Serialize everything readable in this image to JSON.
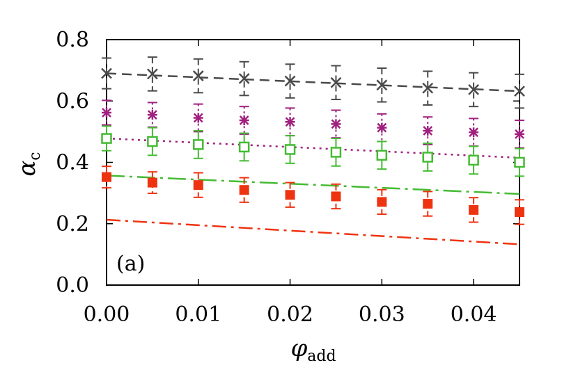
{
  "chart_data": {
    "type": "scatter",
    "panel_label": "(a)",
    "xlabel_main": "φ",
    "xlabel_sub": "add",
    "ylabel_main": "α",
    "ylabel_sub": "c",
    "xlim": [
      0,
      0.045
    ],
    "ylim": [
      0,
      0.8
    ],
    "xticks": [
      0,
      0.01,
      0.02,
      0.03,
      0.04
    ],
    "xtick_labels": [
      "0.00",
      "0.01",
      "0.02",
      "0.03",
      "0.04"
    ],
    "yticks": [
      0,
      0.2,
      0.4,
      0.6,
      0.8
    ],
    "ytick_labels": [
      "0.0",
      "0.2",
      "0.4",
      "0.6",
      "0.8"
    ],
    "x": [
      0,
      0.005,
      0.01,
      0.015,
      0.02,
      0.025,
      0.03,
      0.035,
      0.04,
      0.045
    ],
    "series": [
      {
        "marker": "x",
        "color": "#4a4a4a",
        "line_style": "dashed",
        "values": [
          0.69,
          0.688,
          0.682,
          0.673,
          0.665,
          0.66,
          0.652,
          0.642,
          0.637,
          0.632
        ],
        "errors": [
          0.05,
          0.055,
          0.055,
          0.055,
          0.055,
          0.055,
          0.055,
          0.055,
          0.055,
          0.055
        ],
        "fit": [
          0.69,
          0.632
        ]
      },
      {
        "marker": "asterisk",
        "color": "#a0207f",
        "line_style": "dotted",
        "values": [
          0.562,
          0.555,
          0.545,
          0.537,
          0.532,
          0.525,
          0.513,
          0.503,
          0.498,
          0.492
        ],
        "errors": [
          0.04,
          0.04,
          0.045,
          0.045,
          0.045,
          0.045,
          0.045,
          0.045,
          0.045,
          0.045
        ],
        "fit": [
          0.478,
          0.415
        ]
      },
      {
        "marker": "open-square",
        "color": "#44bb33",
        "line_style": "long-dash-dot",
        "values": [
          0.478,
          0.468,
          0.458,
          0.45,
          0.442,
          0.433,
          0.423,
          0.417,
          0.407,
          0.4
        ],
        "errors": [
          0.04,
          0.045,
          0.045,
          0.045,
          0.045,
          0.045,
          0.045,
          0.045,
          0.045,
          0.045
        ],
        "fit": [
          0.357,
          0.297
        ]
      },
      {
        "marker": "filled-square",
        "color": "#ee3311",
        "line_style": "dash-dot",
        "values": [
          0.352,
          0.334,
          0.326,
          0.31,
          0.294,
          0.289,
          0.271,
          0.265,
          0.245,
          0.238
        ],
        "errors": [
          0.035,
          0.035,
          0.04,
          0.04,
          0.04,
          0.04,
          0.04,
          0.04,
          0.04,
          0.04
        ],
        "fit": [
          0.213,
          0.133
        ]
      }
    ]
  }
}
